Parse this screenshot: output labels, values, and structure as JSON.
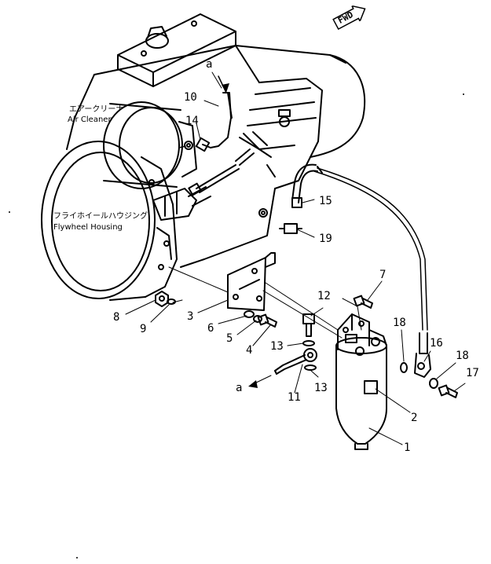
{
  "fwd_marker": "FWD",
  "captions": {
    "air_cleaner_jp": "エアークリーナ",
    "air_cleaner_en": "Air Cleaner",
    "flywheel_jp": "フライホイールハウジング",
    "flywheel_en": "Flywheel Housing"
  },
  "callouts": {
    "a_top": "a",
    "a_bottom": "a",
    "n1": "1",
    "n2": "2",
    "n3": "3",
    "n4": "4",
    "n5": "5",
    "n6": "6",
    "n7": "7",
    "n8": "8",
    "n9": "9",
    "n10": "10",
    "n11": "11",
    "n12": "12",
    "n13a": "13",
    "n13b": "13",
    "n14": "14",
    "n15": "15",
    "n16": "16",
    "n17": "17",
    "n18a": "18",
    "n18b": "18",
    "n19": "19"
  },
  "colors": {
    "ink": "#000000",
    "paper": "#ffffff"
  }
}
